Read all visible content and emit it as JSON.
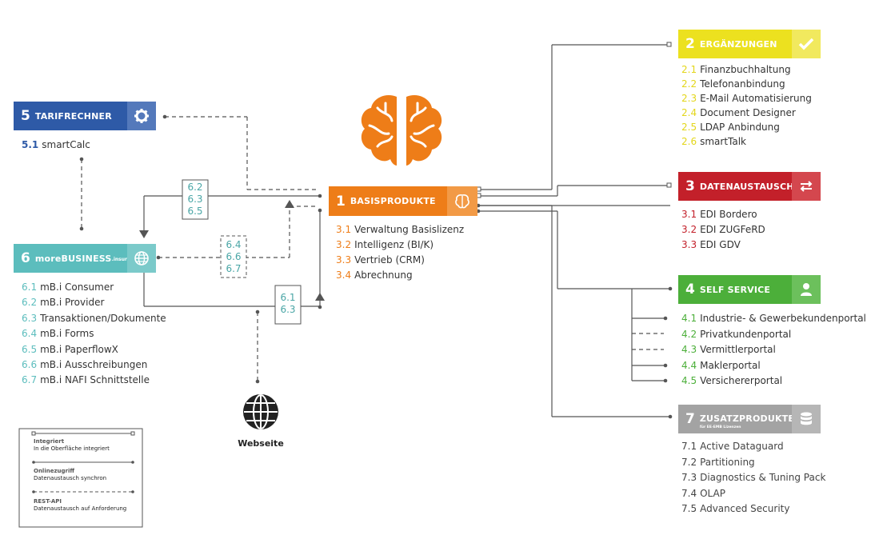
{
  "colors": {
    "orange": "#ee7d18",
    "yellow": "#ece11f",
    "red": "#c3202a",
    "green": "#4caf3a",
    "blue": "#2e5aa7",
    "teal": "#5cbdbd",
    "gray": "#a3a3a3",
    "line": "#555555"
  },
  "basis": {
    "num": "1",
    "title": "BASISPRODUKTE",
    "items": [
      {
        "n": "3.1",
        "t": "Verwaltung Basislizenz"
      },
      {
        "n": "3.2",
        "t": "Intelligenz (BI/K)"
      },
      {
        "n": "3.3",
        "t": "Vertrieb (CRM)"
      },
      {
        "n": "3.4",
        "t": "Abrechnung"
      }
    ]
  },
  "ergaenzungen": {
    "num": "2",
    "title": "ERGÄNZUNGEN",
    "items": [
      {
        "n": "2.1",
        "t": "Finanzbuchhaltung"
      },
      {
        "n": "2.2",
        "t": "Telefonanbindung"
      },
      {
        "n": "2.3",
        "t": "E-Mail Automatisierung"
      },
      {
        "n": "2.4",
        "t": "Document Designer"
      },
      {
        "n": "2.5",
        "t": "LDAP Anbindung"
      },
      {
        "n": "2.6",
        "t": "smartTalk"
      }
    ]
  },
  "datenaustausch": {
    "num": "3",
    "title": "DATENAUSTAUSCH",
    "items": [
      {
        "n": "3.1",
        "t": "EDI Bordero"
      },
      {
        "n": "3.2",
        "t": "EDI ZUGFeRD"
      },
      {
        "n": "3.3",
        "t": "EDI GDV"
      }
    ]
  },
  "selfservice": {
    "num": "4",
    "title": "SELF SERVICE",
    "items": [
      {
        "n": "4.1",
        "t": "Industrie- & Gewerbekundenportal"
      },
      {
        "n": "4.2",
        "t": "Privatkundenportal"
      },
      {
        "n": "4.3",
        "t": "Vermittlerportal"
      },
      {
        "n": "4.4",
        "t": "Maklerportal"
      },
      {
        "n": "4.5",
        "t": "Versichererportal"
      }
    ]
  },
  "tarifrechner": {
    "num": "5",
    "title": "TARIFRECHNER",
    "items": [
      {
        "n": "5.1",
        "t": "smartCalc"
      }
    ]
  },
  "morebusiness": {
    "num": "6",
    "title": "moreBUSINESS",
    "title_suffix": ".insure",
    "items": [
      {
        "n": "6.1",
        "t": "mB.i Consumer"
      },
      {
        "n": "6.2",
        "t": "mB.i  Provider"
      },
      {
        "n": "6.3",
        "t": "Transaktionen/Dokumente"
      },
      {
        "n": "6.4",
        "t": "mB.i  Forms"
      },
      {
        "n": "6.5",
        "t": "mB.i PaperflowX"
      },
      {
        "n": "6.6",
        "t": "mB.i Ausschreibungen"
      },
      {
        "n": "6.7",
        "t": "mB.i NAFI Schnittstelle"
      }
    ]
  },
  "zusatz": {
    "num": "7",
    "title": "ZUSATZPRODUKTE",
    "subtitle": "für EE-EMB Lizenzen",
    "items": [
      {
        "n": "7.1",
        "t": "Active Dataguard"
      },
      {
        "n": "7.2",
        "t": "Partitioning"
      },
      {
        "n": "7.3",
        "t": "Diagnostics & Tuning Pack"
      },
      {
        "n": "7.4",
        "t": "OLAP"
      },
      {
        "n": "7.5",
        "t": "Advanced Security"
      }
    ]
  },
  "connectors": {
    "a": [
      "6.2",
      "6.3",
      "6.5"
    ],
    "b": [
      "6.4",
      "6.6",
      "6.7"
    ],
    "c": [
      "6.1",
      "6.3"
    ]
  },
  "webseite": {
    "label": "Webseite",
    "icon": "globe-icon"
  },
  "legend": [
    {
      "title": "Integriert",
      "desc": "In die Oberfläche integriert",
      "style": "integrated"
    },
    {
      "title": "Onlinezugriff",
      "desc": "Datenaustausch synchron",
      "style": "online"
    },
    {
      "title": "REST-API",
      "desc": "Datenaustausch auf Anforderung",
      "style": "rest"
    }
  ],
  "icons": {
    "basis": "brain-icon",
    "ergaenzungen": "check-icon",
    "datenaustausch": "exchange-arrows-icon",
    "selfservice": "user-icon",
    "tarifrechner": "gear-icon",
    "morebusiness": "globe-icon",
    "zusatz": "database-icon"
  }
}
